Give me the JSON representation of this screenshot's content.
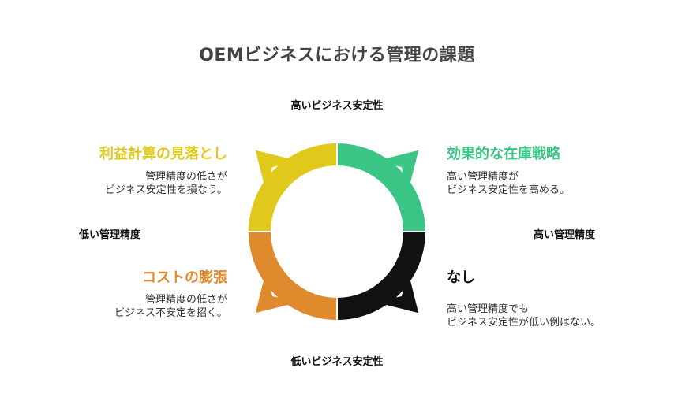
{
  "title": "OEMビジネスにおける管理の課題",
  "axes": {
    "top": "高いビジネス安定性",
    "bottom": "低いビジネス安定性",
    "left": "低い管理精度",
    "right": "高い管理精度"
  },
  "quadrants": {
    "top_left": {
      "title": "利益計算の見落とし",
      "desc": "管理精度の低さが\nビジネス安定性を損なう。",
      "color": "#e0c91b"
    },
    "top_right": {
      "title": "効果的な在庫戦略",
      "desc": "高い管理精度が\nビジネス安定性を高める。",
      "color": "#3cc686"
    },
    "bottom_left": {
      "title": "コストの膨張",
      "desc": "管理精度の低さが\nビジネス不安定を招く。",
      "color": "#e08a2e"
    },
    "bottom_right": {
      "title": "なし",
      "desc": "高い管理精度でも\nビジネス安定性が低い例はない。",
      "color": "#111111"
    }
  }
}
